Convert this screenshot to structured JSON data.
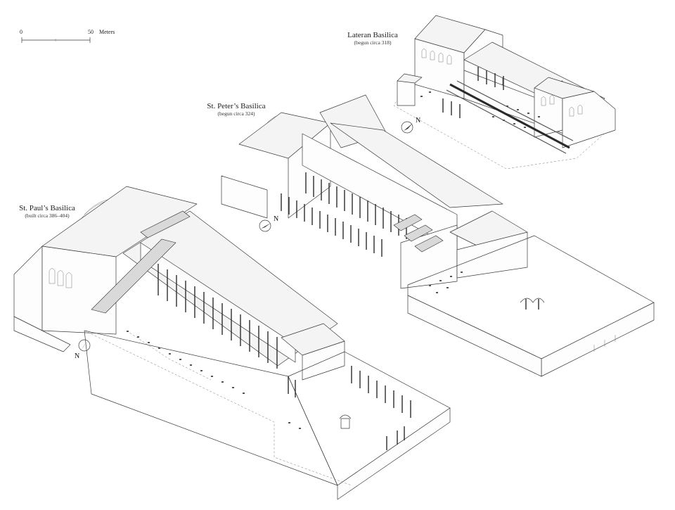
{
  "scale_bar": {
    "start": "0",
    "end": "50",
    "unit": "Meters"
  },
  "basilicas": [
    {
      "id": "lateran",
      "name": "Lateran Basilica",
      "date": "(begun circa 318)"
    },
    {
      "id": "st-peter",
      "name": "St. Peter’s Basilica",
      "date": "(begun circa 324)"
    },
    {
      "id": "st-paul",
      "name": "St. Paul’s Basilica",
      "date": "(built circa 386–404)"
    }
  ],
  "north_label": "N",
  "icons": [
    "north-arrow-icon",
    "scale-bar"
  ],
  "colors": {
    "line": "#3a3a3a",
    "background": "#ffffff",
    "shade": "#d9d9d9"
  }
}
